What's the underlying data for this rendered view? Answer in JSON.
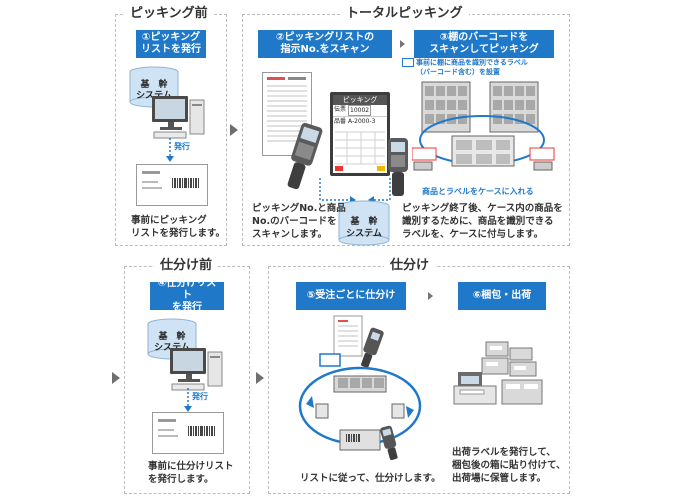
{
  "panels": {
    "picking_before": {
      "title": "ピッキング前"
    },
    "total_picking": {
      "title": "トータルピッキング"
    },
    "sorting_before": {
      "title": "仕分け前"
    },
    "sorting": {
      "title": "仕分け"
    }
  },
  "steps": {
    "s1": [
      "①ピッキング",
      "リストを発行"
    ],
    "s2": [
      "②ピッキングリストの",
      "指示No.をスキャン"
    ],
    "s3": [
      "③棚のバーコードを",
      "スキャンしてピッキング"
    ],
    "s4": [
      "④仕分けリスト",
      "を発行"
    ],
    "s5": "⑤受注ごとに仕分け",
    "s6": "⑥梱包・出荷"
  },
  "system": {
    "line1": "基　幹",
    "line2": "システム"
  },
  "issue_label": "発行",
  "handheld": {
    "title": "ピッキング",
    "row1_label": "伝票",
    "row1_value": "10002",
    "row2_label": "品番",
    "row2_value": "A-2000-3"
  },
  "shelf_label_note": [
    "事前に棚に商品を識別できるラベル",
    "（バーコード含む）を設置"
  ],
  "case_note": "商品とラベルをケースに入れる",
  "captions": {
    "c1": "事前にピッキング\nリストを発行します。",
    "c2": "ピッキングNo.と商品\nNo.のバーコードを\nスキャンします。",
    "c3": "ピッキング終了後、ケース内の商品を\n識別するために、商品を識別できる\nラベルを、ケースに付与します。",
    "c4": "事前に仕分けリスト\nを発行します。",
    "c5": "リストに従って、仕分けします。",
    "c6": "出荷ラベルを発行して、\n梱包後の箱に貼り付けて、\n出荷場に保管します。"
  }
}
